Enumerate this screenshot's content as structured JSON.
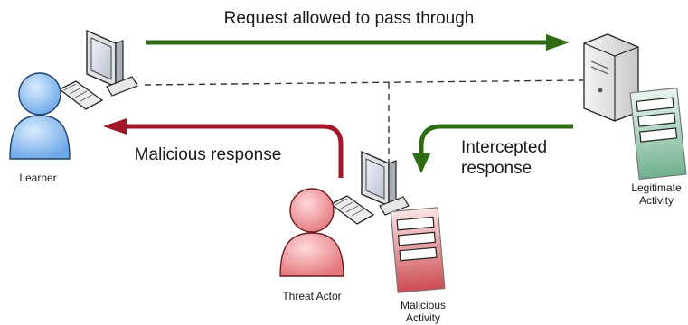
{
  "actors": {
    "learner": "Learner",
    "threat_actor": "Threat Actor"
  },
  "documents": {
    "legitimate": [
      "Legitimate",
      "Activity"
    ],
    "malicious": [
      "Malicious",
      "Activity"
    ]
  },
  "arrows": {
    "request": "Request allowed to pass through",
    "malicious_response": "Malicious response",
    "intercepted": [
      "Intercepted",
      "response"
    ]
  },
  "colors": {
    "green_arrow": "#2e6b12",
    "red_arrow": "#a3162a",
    "learner_blue": "#8fc0f2",
    "threat_red": "#f0a3a6",
    "legit_doc": "#8fc4a6",
    "malicious_doc": "#d96a6e",
    "dashed_line": "#333333"
  },
  "icons": [
    "person-icon",
    "computer-icon",
    "keyboard-icon",
    "server-icon",
    "document-icon"
  ]
}
